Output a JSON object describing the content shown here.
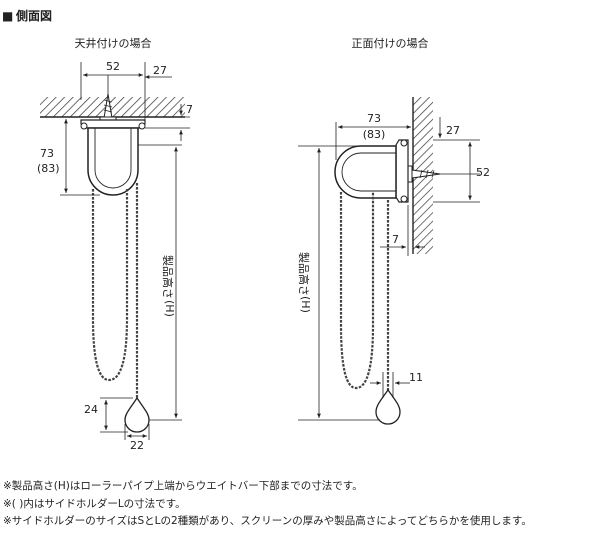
{
  "header": {
    "bullet": "■",
    "title": "側面図"
  },
  "ceiling_view": {
    "title": "天井付けの場合",
    "dims": {
      "width_52": "52",
      "offset_27": "27",
      "gap_7": "7",
      "height_73": "73",
      "height_83": "(83)",
      "product_height_label": "製品高さ",
      "product_height_h": "(H)",
      "weight_24": "24",
      "weight_22": "22"
    }
  },
  "wall_view": {
    "title": "正面付けの場合",
    "dims": {
      "depth_73": "73",
      "depth_83": "(83)",
      "offset_27": "27",
      "height_52": "52",
      "gap_7": "7",
      "product_height_label": "製品高さ",
      "product_height_h": "(H)",
      "weight_11": "11"
    }
  },
  "notes": [
    "※製品高さ(H)はローラーパイプ上端からウエイトバー下部までの寸法です。",
    "※( )内はサイドホルダーLの寸法です。",
    "※サイドホルダーのサイズはSとLの2種類があり、スクリーンの厚みや製品高さによってどちらかを使用します。"
  ],
  "colors": {
    "line": "#222222",
    "hatch": "#333333",
    "background": "#ffffff"
  }
}
